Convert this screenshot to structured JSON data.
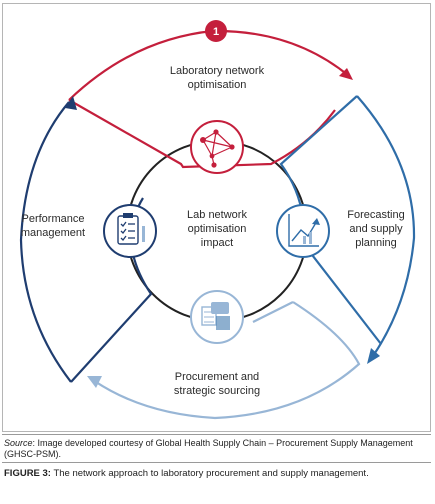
{
  "diagram": {
    "step_badge": "1",
    "top_label": "Laboratory network optimisation",
    "right_label": "Forecasting and supply planning",
    "bottom_label": "Procurement and strategic sourcing",
    "left_label": "Performance management",
    "center_label": "Lab network optimisation impact",
    "colors": {
      "red": "#c41f3c",
      "blue": "#2f6da8",
      "light_blue": "#98b6d6",
      "navy": "#1f3d70",
      "circle": "#222222"
    }
  },
  "caption": {
    "source_prefix": "Source",
    "source_text": ": Image developed courtesy of Global Health Supply Chain – Procurement Supply Management (GHSC-PSM).",
    "figure_label": "FIGURE 3:",
    "figure_text": " The network approach to laboratory procurement and supply management."
  }
}
